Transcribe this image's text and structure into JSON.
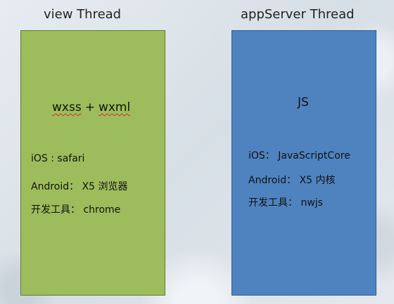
{
  "view_thread": {
    "title": "view Thread",
    "heading_part1": "wxss",
    "heading_plus": "+",
    "heading_part2": "wxml",
    "lines": [
      "iOS : safari",
      "Android： X5 浏览器",
      "开发工具： chrome"
    ],
    "fill_color": "#9dbd5c"
  },
  "server_thread": {
    "title": "appServer Thread",
    "heading": "JS",
    "lines": [
      "iOS： JavaScriptCore",
      "Android： X5 内核",
      "开发工具： nwjs"
    ],
    "fill_color": "#4f83bf"
  }
}
